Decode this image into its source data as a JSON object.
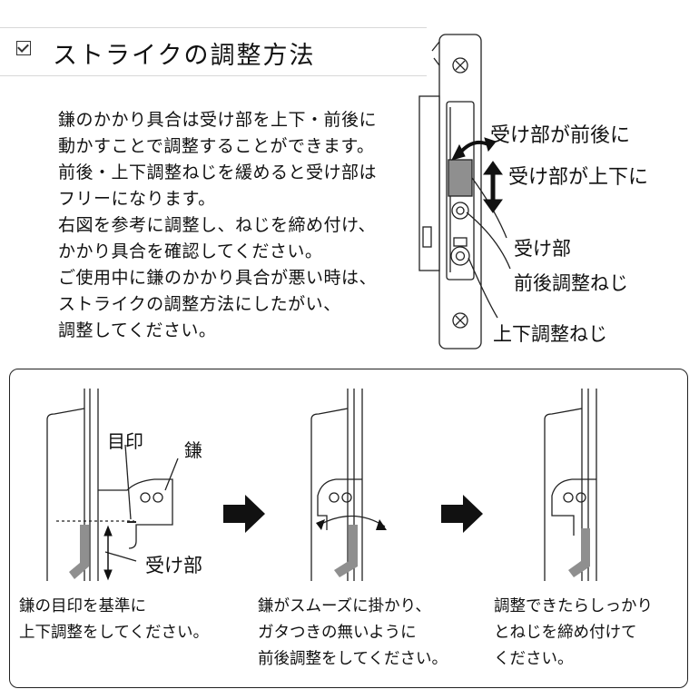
{
  "header": {
    "title": "ストライクの調整方法",
    "checkbox_icon": "checkbox-icon"
  },
  "intro": {
    "lines": [
      "鎌のかかり具合は受け部を上下・前後に",
      "動かすことで調整することができます。",
      "前後・上下調整ねじを緩めると受け部は",
      "フリーになります。",
      "右図を参考に調整し、ねじを締め付け、",
      "かかり具合を確認してください。",
      "ご使用中に鎌のかかり具合が悪い時は、",
      "ストライクの調整方法にしたがい、",
      "調整してください。"
    ]
  },
  "diagram": {
    "label_front_back": "受け部が前後に",
    "label_up_down": "受け部が上下に",
    "label_receiver": "受け部",
    "label_fb_screw": "前後調整ねじ",
    "label_ud_screw": "上下調整ねじ"
  },
  "steps": {
    "mark_label": "目印",
    "hook_label": "鎌",
    "receiver_label": "受け部",
    "step1": [
      "鎌の目印を基準に",
      "上下調整をしてください。"
    ],
    "step2": [
      "鎌がスムーズに掛かり、",
      "ガタつきの無いように",
      "前後調整をしてください。"
    ],
    "step3": [
      "調整できたらしっかり",
      "とねじを締め付けて",
      "ください。"
    ]
  },
  "colors": {
    "receiver_gray": "#8f8f8f",
    "arrow_black": "#111111",
    "line": "#222222"
  }
}
